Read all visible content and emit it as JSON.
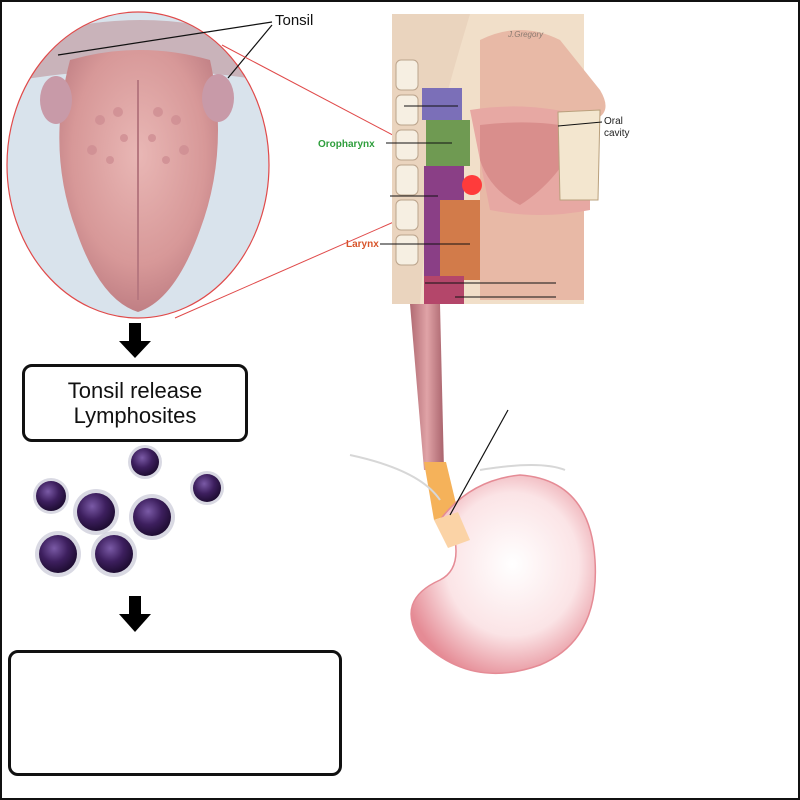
{
  "labels": {
    "tonsil": "Tonsil",
    "oropharynx": "Oropharynx",
    "larynx": "Larynx",
    "oral_cavity": "Oral cavity",
    "signature": "J.Gregory"
  },
  "box1": {
    "line1": "Tonsil release",
    "line2": "Lymphosites"
  },
  "colors": {
    "oropharynx_label": "#2e9e3c",
    "larynx_label": "#d8552b",
    "nasopharynx_band": "#7b6fb8",
    "oropharynx_band": "#6f9a52",
    "laryngopharynx_band": "#8a3f86",
    "tonsil_marker": "#ff3b3b",
    "lymphocyte": "#4b2a6e"
  },
  "icons": [
    "arrow-down-icon",
    "arrow-down-icon"
  ]
}
